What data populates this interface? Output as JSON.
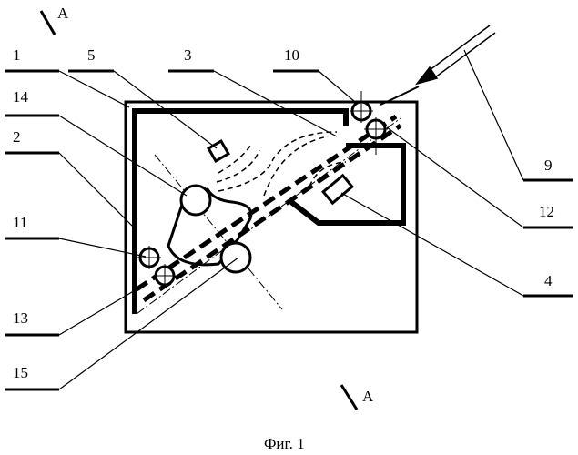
{
  "figure": {
    "caption": "Фиг. 1",
    "section_marks": [
      "А",
      "А"
    ],
    "callouts": [
      "1",
      "5",
      "3",
      "10",
      "14",
      "2",
      "11",
      "13",
      "15",
      "9",
      "12",
      "4"
    ]
  }
}
